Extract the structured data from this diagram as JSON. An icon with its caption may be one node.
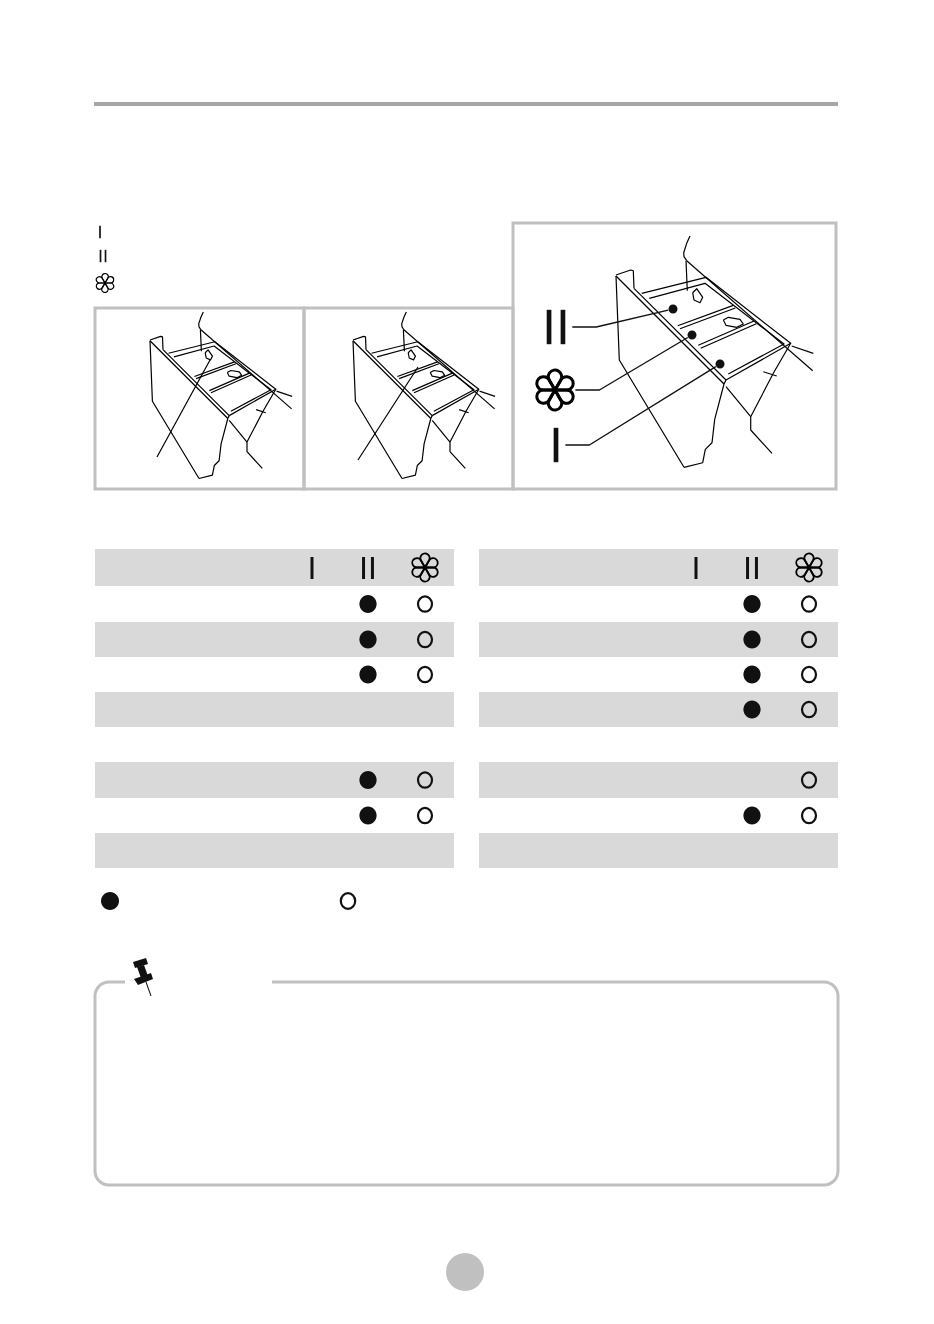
{
  "diagram": {
    "nodes": [
      {
        "text": [
          "II"
        ]
      },
      {
        "text": [],
        "shape": "flower"
      },
      {
        "text": [
          "I"
        ]
      },
      {
        "text": [],
        "shape": "dot"
      },
      {
        "text": [],
        "shape": "dot"
      },
      {
        "text": [],
        "shape": "dot"
      }
    ],
    "edges": [
      {
        "from": 0,
        "to": 3,
        "arrow": "none"
      },
      {
        "from": 1,
        "to": 4,
        "arrow": "none"
      },
      {
        "from": 2,
        "to": 5,
        "arrow": "none"
      }
    ],
    "labels": [
      "I",
      "II",
      "I",
      "II",
      "I",
      "II"
    ]
  }
}
